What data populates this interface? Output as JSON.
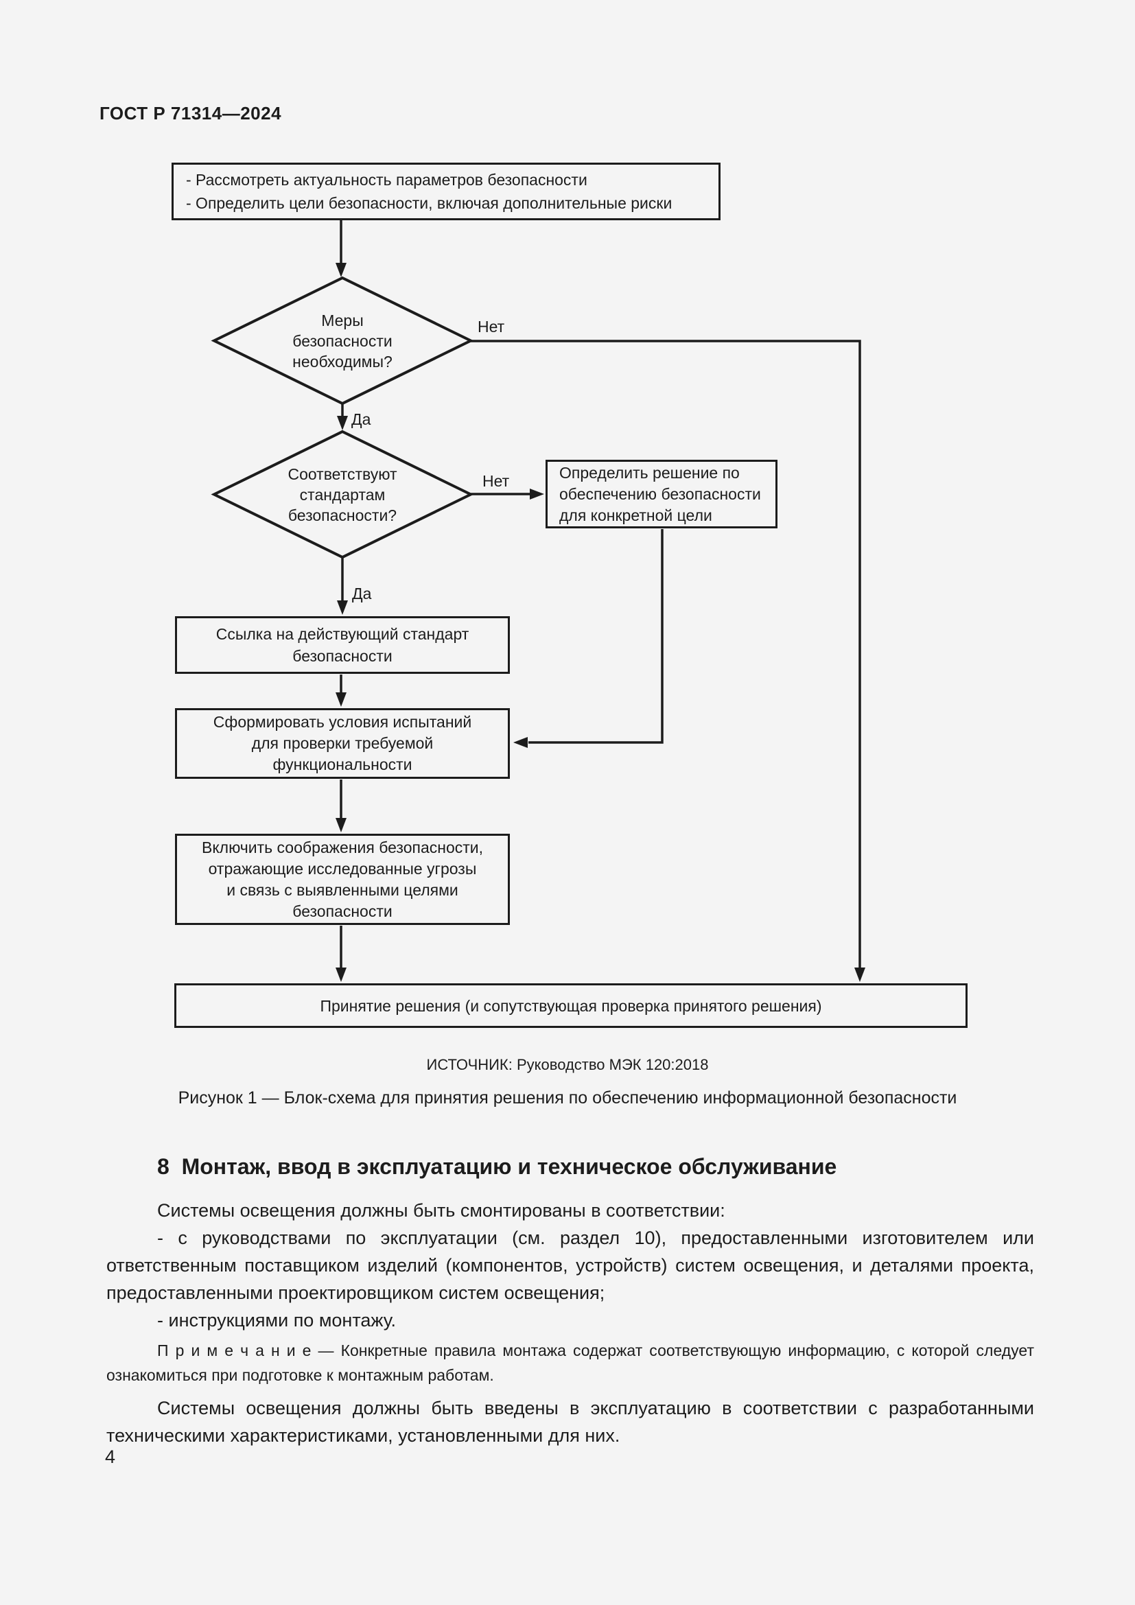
{
  "colors": {
    "background": "#f4f4f4",
    "ink": "#1c1c1c"
  },
  "header": {
    "title": "ГОСТ Р 71314—2024"
  },
  "flowchart": {
    "nodes": {
      "start": "- Рассмотреть актуальность параметров безопасности\n- Определить цели безопасности, включая дополнительные риски",
      "decision1": "Меры\nбезопасности\nнеобходимы?",
      "decision2": "Соответствуют\nстандартам\nбезопасности?",
      "define_solution": "Определить решение по\nобеспечению безопасности\nдля конкретной цели",
      "reference_standard": "Ссылка на действующий стандарт\nбезопасности",
      "form_test_conditions": "Сформировать условия испытаний\nдля проверки требуемой\nфункциональности",
      "include_considerations": "Включить соображения безопасности,\nотражающие исследованные угрозы\nи связь с выявленными целями\nбезопасности",
      "decision_making": "Принятие решения (и сопутствующая проверка принятого решения)"
    },
    "labels": {
      "no1": "Нет",
      "yes1": "Да",
      "no2": "Нет",
      "yes2": "Да"
    },
    "source": "ИСТОЧНИК: Руководство МЭК 120:2018",
    "caption": "Рисунок 1 — Блок-схема для принятия решения по обеспечению информационной безопасности"
  },
  "section8": {
    "heading": "8  Монтаж, ввод в эксплуатацию и техническое обслуживание",
    "paragraph1": "Системы освещения должны быть смонтированы в соответствии:",
    "paragraph2": "- с руководствами по эксплуатации (см. раздел 10), предоставленными изготовителем или ответственным поставщиком изделий (компонентов, устройств) систем освещения, и деталями проекта, предоставленными проектировщиком систем освещения;",
    "paragraph3": "- инструкциями по монтажу.",
    "note": "П р и м е ч а н и е — Конкретные правила монтажа содержат соответствующую информацию, с которой следует ознакомиться при подготовке к монтажным работам.",
    "paragraph4": "Системы освещения должны быть введены в эксплуатацию в соответствии с разработанными техническими характеристиками, установленными для них."
  },
  "footer": {
    "page_number": "4"
  }
}
